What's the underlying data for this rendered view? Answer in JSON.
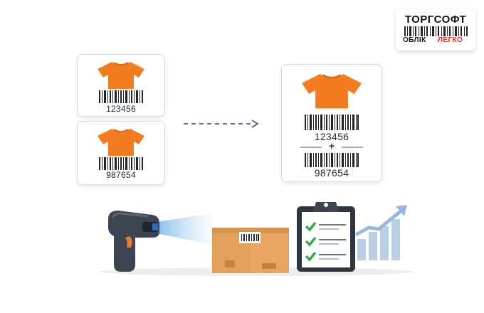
{
  "logo": {
    "name": "ТОРГСОФТ",
    "tagline_part1": "ОБЛІК",
    "tagline_part2": "ЛЕГКО",
    "accent_color": "#d62e2e"
  },
  "cards": {
    "item_a": {
      "code": "123456",
      "icon": "tshirt-icon"
    },
    "item_b": {
      "code": "987654",
      "icon": "tshirt-icon"
    },
    "merged": {
      "code_top": "123456",
      "separator": "+",
      "code_bottom": "987654",
      "icon": "tshirt-icon"
    }
  },
  "colors": {
    "shirt": "#f47c20",
    "box": "#e7a462",
    "check": "#3aa84a",
    "arrow_dash": "#5b6f86",
    "scan_beam": "#7fb6ea",
    "growth_chart": "#b9cfe6"
  },
  "icons": [
    "barcode-scanner-icon",
    "cardboard-box-icon",
    "clipboard-checklist-icon",
    "growth-chart-icon",
    "dashed-arrow-icon"
  ]
}
